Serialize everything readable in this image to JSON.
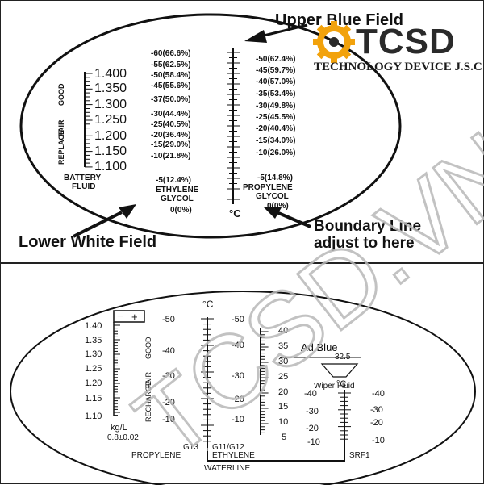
{
  "top": {
    "upper_blue_field": "Upper Blue Field",
    "lower_white_field": "Lower White Field",
    "boundary_line": "Boundary Line",
    "adjust_to_here": "adjust to here",
    "battery": {
      "values": [
        "1.400",
        "1.350",
        "1.300",
        "1.250",
        "1.200",
        "1.150",
        "1.100"
      ],
      "good": "GOOD",
      "fair": "FAIR",
      "replace": "REPLACE",
      "label_line1": "BATTERY",
      "label_line2": "FLUID"
    },
    "ethylene": {
      "values": [
        "-60(66.6%)",
        "-55(62.5%)",
        "-50(58.4%)",
        "-45(55.6%)",
        "-37(50.0%)",
        "-30(44.4%)",
        "-25(40.5%)",
        "-20(36.4%)",
        "-15(29.0%)",
        "-10(21.8%)",
        "-5(12.4%)"
      ],
      "label_line1": "ETHYLENE",
      "label_line2": "GLYCOL",
      "zero": "0(0%)"
    },
    "propylene": {
      "values": [
        "-50(62.4%)",
        "-45(59.7%)",
        "-40(57.0%)",
        "-35(53.4%)",
        "-30(49.8%)",
        "-25(45.5%)",
        "-20(40.4%)",
        "-15(34.0%)",
        "-10(26.0%)",
        "-5(14.8%)"
      ],
      "label_line1": "PROPYLENE",
      "label_line2": "GLYCOL",
      "zero": "0(0%)"
    },
    "unit": "°C"
  },
  "bottom": {
    "battery": {
      "values": [
        "1.40",
        "1.35",
        "1.30",
        "1.25",
        "1.20",
        "1.15",
        "1.10"
      ],
      "good": "GOOD",
      "fair": "FAIR",
      "recharge": "RECHARGE",
      "unit": "kg/L",
      "precision": "0.8±0.02",
      "minus": "−",
      "plus": "+"
    },
    "unit_top": "°C",
    "unit_wiper": "°C",
    "propylene_scale": [
      "-50",
      "-40",
      "-30",
      "-20",
      "-10"
    ],
    "ethylene_scale": [
      "-50",
      "-40",
      "-30",
      "-20",
      "-10"
    ],
    "adblue_scale": [
      "40",
      "35",
      "30",
      "25",
      "20",
      "15",
      "10",
      "5"
    ],
    "ad_blue_label": "Ad Blue",
    "ad_blue_value": "32.5",
    "wiper_fluid_label": "Wiper Fluid",
    "wiper_left_scale": [
      "-40",
      "-30",
      "-20",
      "-10"
    ],
    "wiper_right_scale": [
      "-40",
      "-30",
      "-20",
      "-10"
    ],
    "g13": "G13",
    "g11_g12": "G11/G12",
    "propylene_label": "PROPYLENE",
    "ethylene_label": "ETHYLENE",
    "waterline": "WATERLINE",
    "srf1": "SRF1"
  },
  "logo": {
    "brand": "TCSD",
    "tagline": "TECHNOLOGY DEVICE J.S.C",
    "colors": {
      "gear": "#f2a20c",
      "text": "#2a2a2a"
    }
  },
  "watermark": {
    "text": "TCSD.VN",
    "color": "#b8b8b8"
  }
}
